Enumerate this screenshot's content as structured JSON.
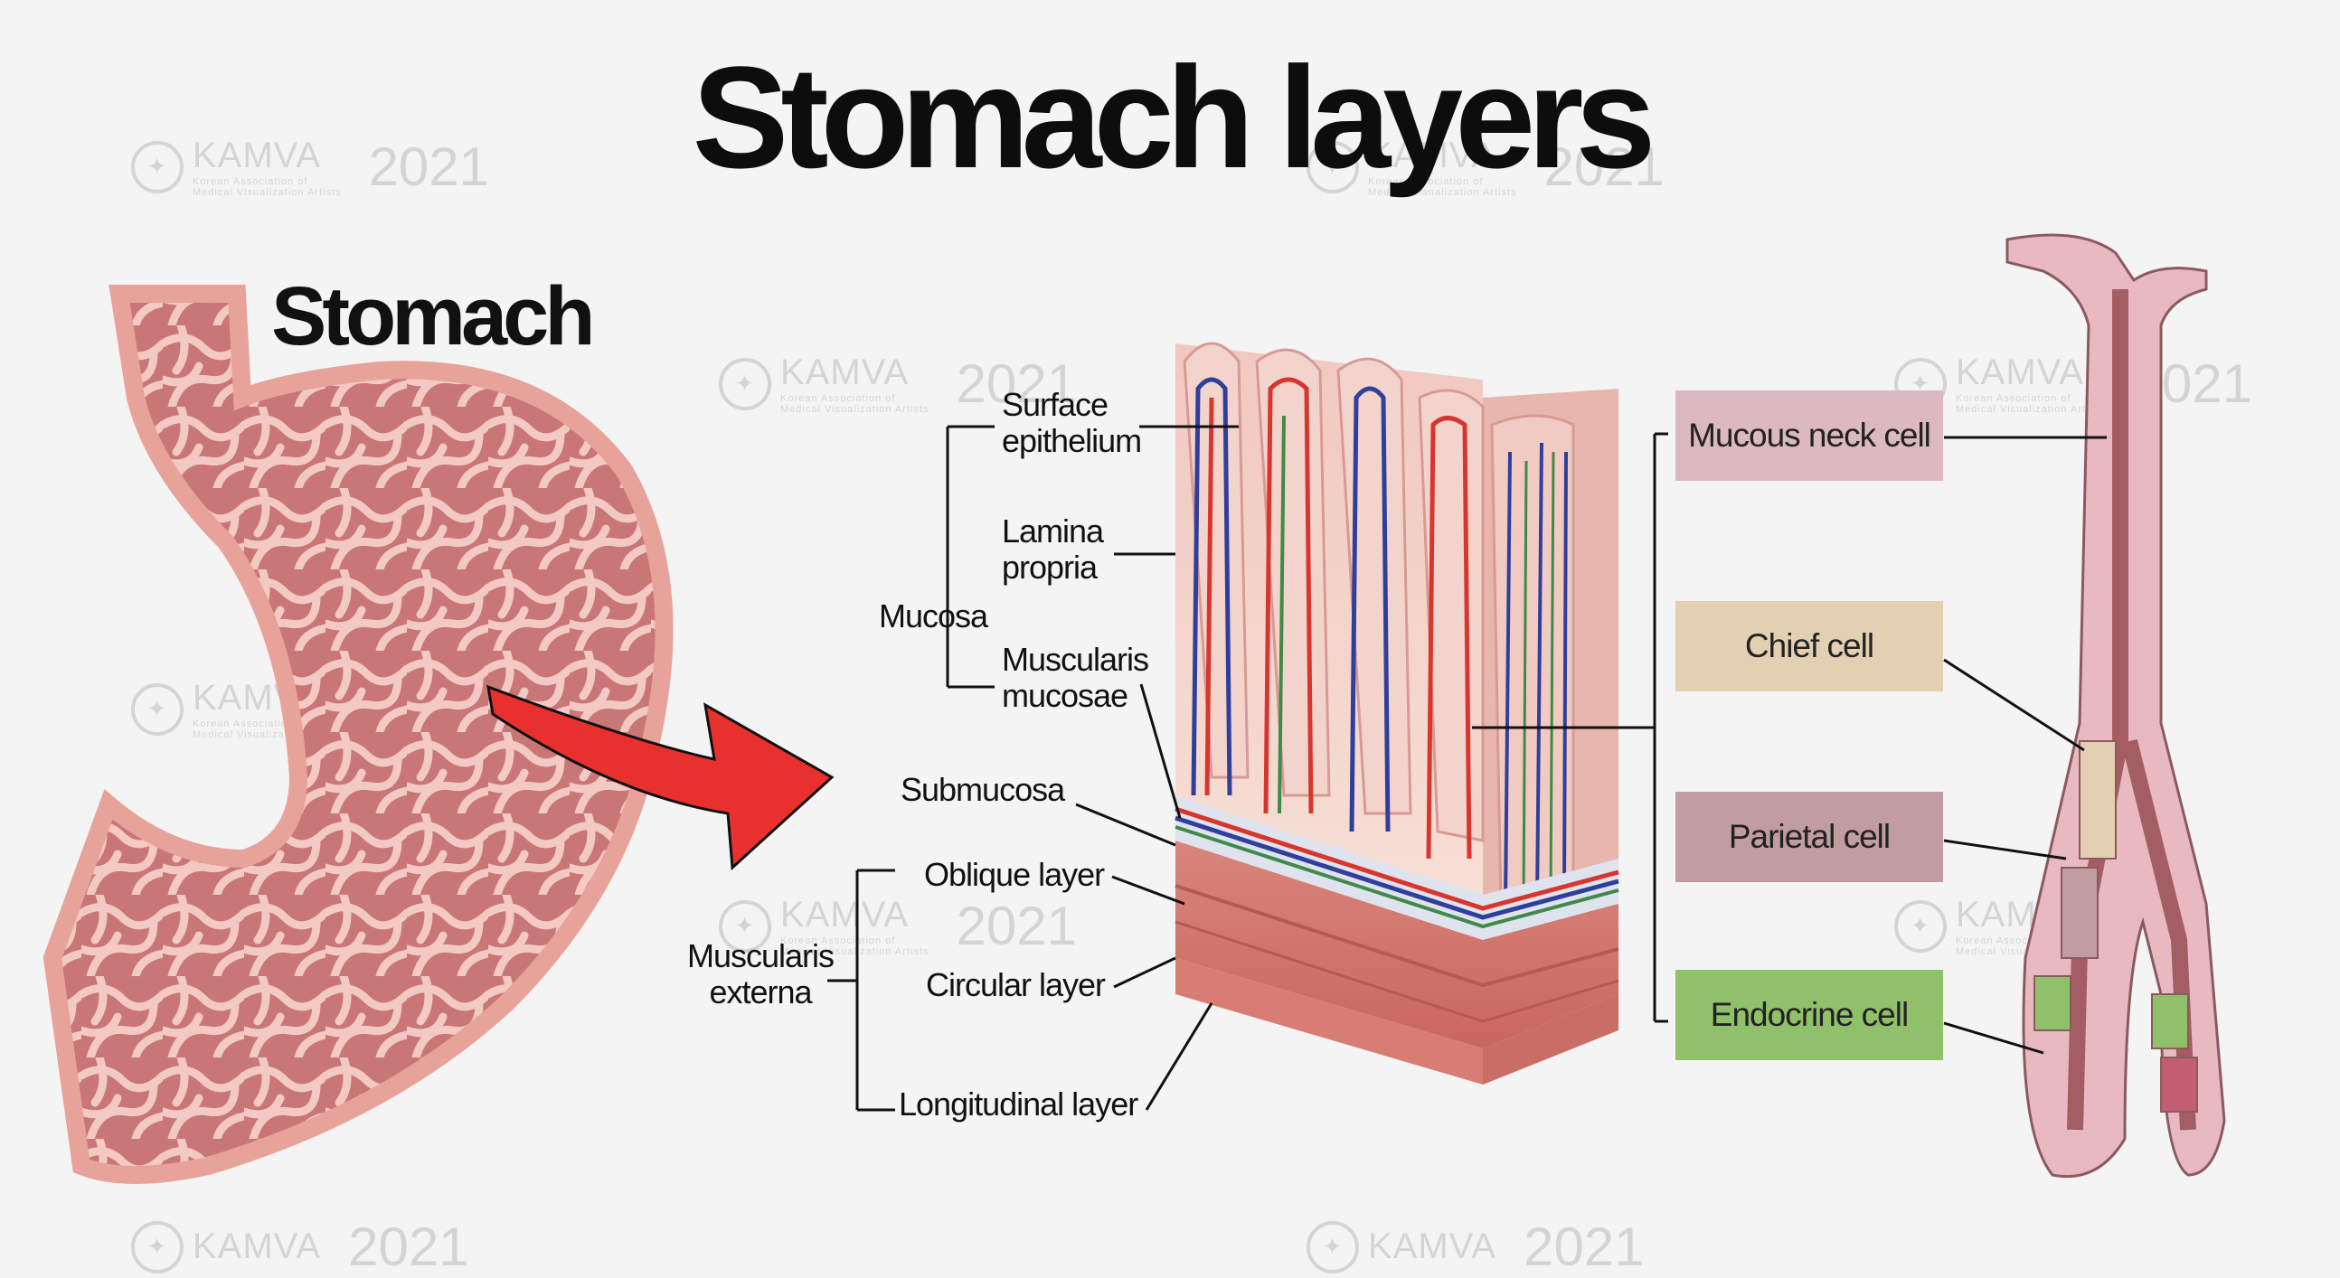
{
  "title": "Stomach layers",
  "stomach_label": "Stomach",
  "watermark": {
    "brand": "KAMVA",
    "year": "2021",
    "sub1": "Korean Association of",
    "sub2": "Medical Visualization Artists"
  },
  "layers": {
    "surface_epithelium": [
      "Surface",
      "epithelium"
    ],
    "lamina_propria": [
      "Lamina",
      "propria"
    ],
    "mucosa": "Mucosa",
    "muscularis_mucosae": [
      "Muscularis",
      "mucosae"
    ],
    "submucosa": "Submucosa",
    "oblique": "Oblique layer",
    "circular": "Circular layer",
    "longitudinal": "Longitudinal layer",
    "muscularis_externa": [
      "Muscularis",
      "externa"
    ]
  },
  "cells": [
    {
      "label": "Mucous neck cell",
      "color": "#dcb8c0"
    },
    {
      "label": "Chief  cell",
      "color": "#e3cfb2"
    },
    {
      "label": "Parietal  cell",
      "color": "#c19ca0"
    },
    {
      "label": "Endocrine cell",
      "color": "#90c06a"
    }
  ],
  "colors": {
    "tissue": "#e8a3a0",
    "tissue_dark": "#c76a6a",
    "arrow": "#e8312f",
    "artery": "#d8362d",
    "vein": "#2f3f9a",
    "lymph": "#3f8a4a"
  }
}
